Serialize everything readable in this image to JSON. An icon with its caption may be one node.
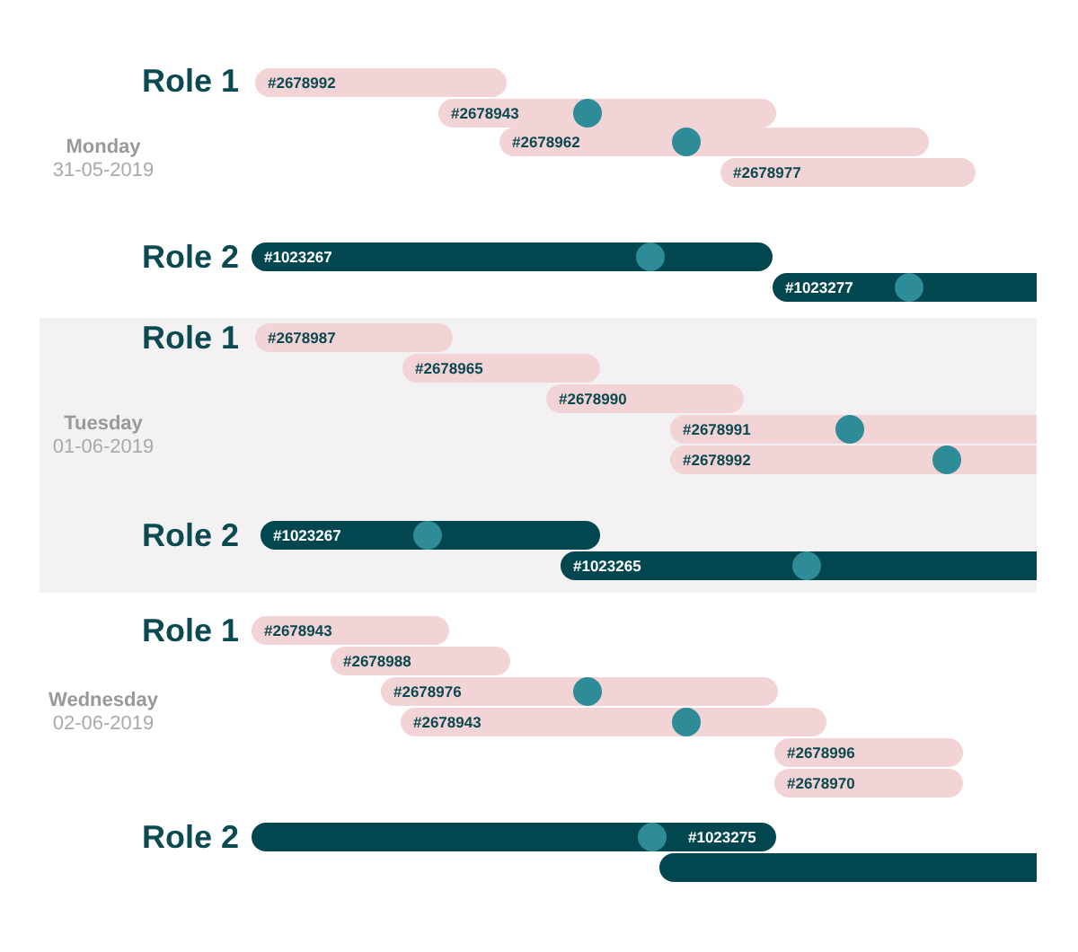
{
  "diagram": {
    "nodes": [
      {
        "text": [
          "#2678992"
        ]
      },
      {
        "text": [
          "#2678943"
        ]
      },
      {
        "text": [
          "#2678962"
        ]
      },
      {
        "text": [
          "#2678977"
        ]
      },
      {
        "text": [
          "#1023267"
        ]
      },
      {
        "text": [
          "#1023277"
        ]
      },
      {
        "text": [
          "#2678987"
        ]
      },
      {
        "text": [
          "#2678965"
        ]
      },
      {
        "text": [
          "#2678990"
        ]
      },
      {
        "text": [
          "#2678991"
        ]
      },
      {
        "text": [
          "#2678992"
        ]
      },
      {
        "text": [
          "#1023267"
        ]
      },
      {
        "text": [
          "#1023265"
        ]
      },
      {
        "text": [
          "#2678943"
        ]
      },
      {
        "text": [
          "#2678988"
        ]
      },
      {
        "text": [
          "#2678976"
        ]
      },
      {
        "text": [
          "#2678943"
        ]
      },
      {
        "text": [
          "#2678996"
        ]
      },
      {
        "text": [
          "#2678970"
        ]
      },
      {
        "text": [
          "#1023275"
        ]
      },
      {
        "text": [],
        "shape": "bar"
      }
    ],
    "labels": [
      "Role 1",
      "Monday",
      "31-05-2019",
      "Role 2",
      "Role 1",
      "Tuesday",
      "01-06-2019",
      "Role 2",
      "Role 1",
      "Wednesday",
      "02-06-2019",
      "Role 2"
    ]
  }
}
